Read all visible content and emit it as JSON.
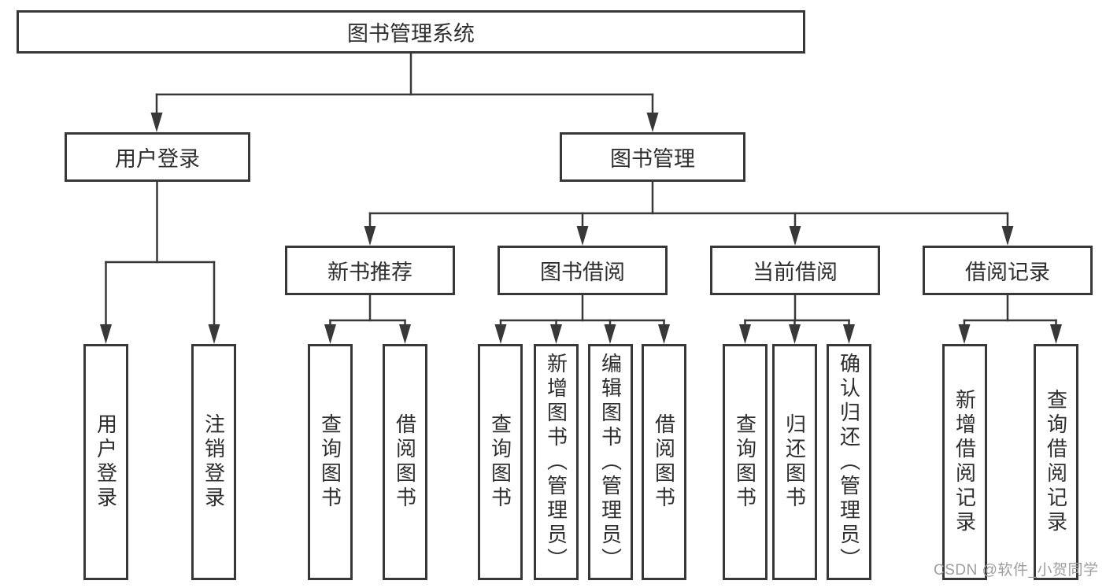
{
  "tree": {
    "label": "图书管理系统",
    "children": [
      {
        "label": "用户登录",
        "children": [
          {
            "label": "用户登录"
          },
          {
            "label": "注销登录"
          }
        ]
      },
      {
        "label": "图书管理",
        "children": [
          {
            "label": "新书推荐",
            "children": [
              {
                "label": "查询图书"
              },
              {
                "label": "借阅图书"
              }
            ]
          },
          {
            "label": "图书借阅",
            "children": [
              {
                "label": "查询图书"
              },
              {
                "label": "新增图书（管理员）"
              },
              {
                "label": "编辑图书（管理员）"
              },
              {
                "label": "借阅图书"
              }
            ]
          },
          {
            "label": "当前借阅",
            "children": [
              {
                "label": "查询图书"
              },
              {
                "label": "归还图书"
              },
              {
                "label": "确认归还（管理员）"
              }
            ]
          },
          {
            "label": "借阅记录",
            "children": [
              {
                "label": "新增借阅记录"
              },
              {
                "label": "查询借阅记录"
              }
            ]
          }
        ]
      }
    ]
  },
  "watermark": {
    "text": "CSDN @软件_小贺同学"
  },
  "colors": {
    "line": "#383838",
    "border": "#383838",
    "text": "#2e2e2e",
    "watermark": "#9e9e9e",
    "background": "#ffffff"
  }
}
